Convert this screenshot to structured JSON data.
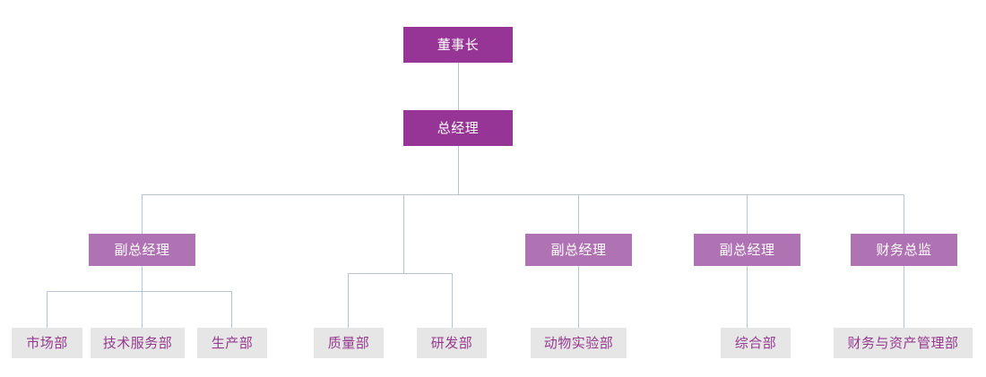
{
  "chart": {
    "type": "org-chart",
    "title": "",
    "background_color": "#ffffff",
    "colors": {
      "top_node_bg": "#963596",
      "top_node_text": "#ffffff",
      "mid_node_bg": "#af72b3",
      "mid_node_text": "#ffffff",
      "leaf_node_bg": "#e6e6e6",
      "leaf_node_text": "#96398f",
      "connector_line": "#b6c6d0"
    },
    "nodes": {
      "chairman": {
        "label": "董事长"
      },
      "general_manager": {
        "label": "总经理"
      },
      "deputy_gm_1": {
        "label": "副总经理"
      },
      "deputy_gm_2": {
        "label": "副总经理"
      },
      "deputy_gm_3": {
        "label": "副总经理"
      },
      "finance_director": {
        "label": "财务总监"
      },
      "market_dept": {
        "label": "市场部"
      },
      "tech_service_dept": {
        "label": "技术服务部"
      },
      "production_dept": {
        "label": "生产部"
      },
      "quality_dept": {
        "label": "质量部"
      },
      "rnd_dept": {
        "label": "研发部"
      },
      "animal_lab_dept": {
        "label": "动物实验部"
      },
      "general_affairs_dept": {
        "label": "综合部"
      },
      "finance_asset_dept": {
        "label": "财务与资产管理部"
      }
    }
  }
}
